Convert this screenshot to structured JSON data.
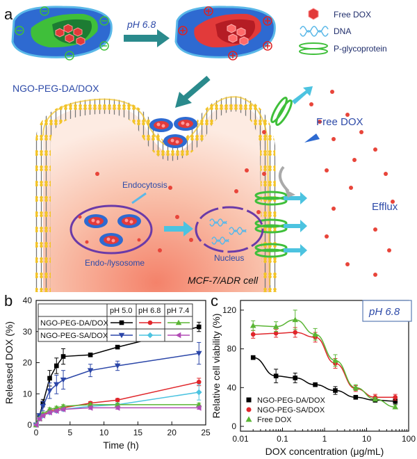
{
  "panel_a": {
    "label": "a",
    "arrow_label": "pH 6.8",
    "nanoparticle_label": "NGO-PEG-DA/DOX",
    "legend": {
      "free_dox": "Free DOX",
      "dna": "DNA",
      "pgp": "P-glycoprotein"
    },
    "free_dox_label": "Free DOX",
    "endocytosis_label": "Endocytosis",
    "efflux_label": "Efflux",
    "lysosome_label": "Endo-/lysosome",
    "nucleus_label": "Nucleus",
    "cell_label": "MCF-7/ADR cell"
  },
  "panel_b": {
    "label": "b"
  },
  "panel_c": {
    "label": "c",
    "badge": "pH 6.8"
  },
  "chart_data": [
    {
      "type": "line",
      "panel": "b",
      "xlabel": "Time (h)",
      "ylabel": "Released DOX (%)",
      "xlim": [
        0,
        25
      ],
      "ylim": [
        0,
        40
      ],
      "xticks": [
        0,
        5,
        10,
        15,
        20,
        25
      ],
      "yticks": [
        0,
        10,
        20,
        30,
        40
      ],
      "legend_table": {
        "header": [
          "pH 5.0",
          "pH 6.8",
          "pH 7.4"
        ],
        "rows": [
          "NGO-PEG-DA/DOX",
          "NGO-PEG-SA/DOX"
        ]
      },
      "series": [
        {
          "name": "NGO-PEG-DA/DOX pH 5.0",
          "color": "#000000",
          "marker": "square",
          "x": [
            0,
            0.5,
            1,
            2,
            3,
            4,
            8,
            12,
            24
          ],
          "y": [
            0,
            3,
            7,
            15,
            19,
            22,
            22.5,
            25,
            31.5
          ],
          "err": [
            0,
            0.5,
            1.2,
            2.5,
            2.5,
            2.5,
            0.5,
            0.5,
            1.5
          ]
        },
        {
          "name": "NGO-PEG-SA/DOX pH 5.0",
          "color": "#2b46a8",
          "marker": "triangle-down",
          "x": [
            0,
            0.5,
            1,
            2,
            3,
            4,
            8,
            12,
            24
          ],
          "y": [
            0,
            3,
            6,
            11,
            13,
            14.5,
            17.5,
            19,
            23
          ],
          "err": [
            0,
            0.5,
            1.5,
            2.5,
            3,
            3,
            2,
            1.5,
            3.5
          ]
        },
        {
          "name": "NGO-PEG-DA/DOX pH 6.8",
          "color": "#e0262b",
          "marker": "circle",
          "x": [
            0,
            0.5,
            1,
            2,
            3,
            4,
            8,
            12,
            24
          ],
          "y": [
            0,
            2,
            3,
            4.5,
            5,
            5.5,
            7,
            8,
            13.8
          ],
          "err": [
            0,
            0.3,
            0.5,
            0.5,
            0.5,
            0.5,
            0.5,
            0.5,
            1.2
          ]
        },
        {
          "name": "NGO-PEG-SA/DOX pH 6.8",
          "color": "#4cc3e0",
          "marker": "diamond",
          "x": [
            0,
            0.5,
            1,
            2,
            3,
            4,
            8,
            12,
            24
          ],
          "y": [
            0,
            2,
            3,
            4,
            4.5,
            5,
            6,
            6.5,
            10.5
          ],
          "err": [
            0,
            0.3,
            0.5,
            0.5,
            0.5,
            0.5,
            0.5,
            0.5,
            2.5
          ]
        },
        {
          "name": "NGO-PEG-DA/DOX pH 7.4",
          "color": "#5ab534",
          "marker": "triangle",
          "x": [
            0,
            0.5,
            1,
            2,
            3,
            4,
            8,
            12,
            24
          ],
          "y": [
            0,
            2,
            3.5,
            5,
            5.5,
            6,
            6.5,
            6.5,
            6.5
          ],
          "err": [
            0,
            0.3,
            0.5,
            0.5,
            0.5,
            0.5,
            0.5,
            0.5,
            0.5
          ]
        },
        {
          "name": "NGO-PEG-SA/DOX pH 7.4",
          "color": "#b24cb6",
          "marker": "triangle-left",
          "x": [
            0,
            0.5,
            1,
            2,
            3,
            4,
            8,
            12,
            24
          ],
          "y": [
            0,
            2,
            3,
            4,
            4.5,
            5,
            5.5,
            5.5,
            5.5
          ],
          "err": [
            0,
            0.3,
            0.5,
            0.5,
            0.5,
            0.5,
            0.5,
            0.5,
            0.5
          ]
        }
      ]
    },
    {
      "type": "scatter",
      "panel": "c",
      "xlabel": "DOX concentration (μg/mL)",
      "ylabel": "Relative cell viability (%)",
      "xscale": "log",
      "xlim": [
        0.01,
        100
      ],
      "ylim": [
        -5,
        130
      ],
      "xticks": [
        0.01,
        0.1,
        1,
        10,
        100
      ],
      "xticklabels": [
        "0.01",
        "0.1",
        "1",
        "10",
        "100"
      ],
      "yticks": [
        0,
        40,
        80,
        120
      ],
      "legend_position": "bottom-left",
      "series": [
        {
          "name": "NGO-PEG-DA/DOX",
          "color": "#000000",
          "marker": "square",
          "x": [
            0.02,
            0.07,
            0.2,
            0.6,
            1.8,
            5.5,
            16,
            48
          ],
          "y": [
            71,
            52,
            50,
            43,
            37,
            30,
            27,
            26
          ],
          "err": [
            2,
            7,
            5,
            2,
            4,
            2,
            2,
            3
          ]
        },
        {
          "name": "NGO-PEG-SA/DOX",
          "color": "#e0262b",
          "marker": "circle",
          "x": [
            0.02,
            0.07,
            0.2,
            0.6,
            1.8,
            5.5,
            16,
            48
          ],
          "y": [
            95,
            96,
            97,
            92,
            65,
            39,
            30,
            30
          ],
          "err": [
            4,
            4,
            5,
            5,
            5,
            3,
            3,
            3
          ]
        },
        {
          "name": "Free DOX",
          "color": "#5ab534",
          "marker": "triangle",
          "x": [
            0.02,
            0.07,
            0.2,
            0.6,
            1.8,
            5.5,
            16,
            48
          ],
          "y": [
            104,
            103,
            110,
            95,
            68,
            40,
            28,
            20
          ],
          "err": [
            5,
            5,
            10,
            6,
            6,
            3,
            2,
            2
          ]
        }
      ]
    }
  ]
}
